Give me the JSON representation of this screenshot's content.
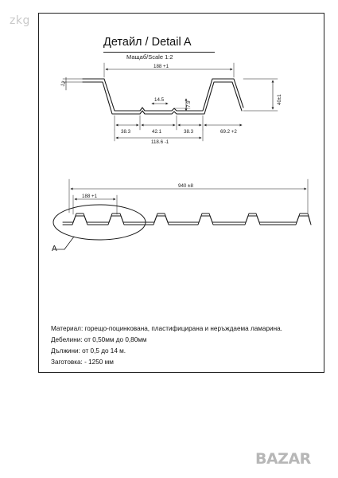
{
  "watermark": "zkg",
  "drawing": {
    "title": "Детайл / Detail A",
    "scale": "Мащаб/Scale  1:2",
    "detail_label": "A",
    "dimensions": {
      "pitch_top": "188 +1",
      "thickness": "12",
      "rib_top": "14.5",
      "rib_height": "7.9",
      "height": "40±1",
      "seg_left": "38.3",
      "seg_mid": "42.1",
      "seg_right": "38.3",
      "side": "69.2 +2",
      "bottom_total": "118.6 -1",
      "width_total": "940 ±8",
      "pitch_overview": "188 +1"
    }
  },
  "notes": [
    "Материал: горещо-поцинкована, пластифицирана и неръждаема ламарина.",
    "Дебелини: от 0,50мм до 0,80мм",
    "Дължини: от 0,5 до 14 м.",
    "Заготовка: - 1250 мм"
  ],
  "logo": {
    "text": "BAZAR",
    "color": "#b7b7b7"
  }
}
